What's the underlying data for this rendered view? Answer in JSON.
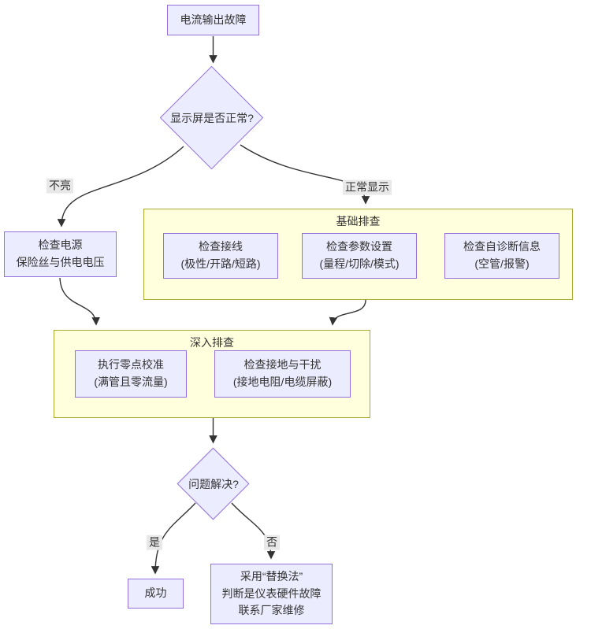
{
  "nodes": {
    "start": {
      "label": "电流输出故障"
    },
    "display_check": {
      "label": "显示屏是否正常?"
    },
    "power": {
      "lines": [
        "检查电源",
        "保险丝与供电电压"
      ]
    },
    "wiring": {
      "lines": [
        "检查接线",
        "(极性/开路/短路)"
      ]
    },
    "params": {
      "lines": [
        "检查参数设置",
        "(量程/切除/模式)"
      ]
    },
    "diagnostics": {
      "lines": [
        "检查自诊断信息",
        "(空管/报警)"
      ]
    },
    "zero_cal": {
      "lines": [
        "执行零点校准",
        "(满管且零流量)"
      ]
    },
    "grounding": {
      "lines": [
        "检查接地与干扰",
        "(接地电阻/电缆屏蔽)"
      ]
    },
    "solved_check": {
      "label": "问题解决?"
    },
    "success": {
      "label": "成功"
    },
    "replacement": {
      "lines": [
        "采用“替换法”",
        "判断是仪表硬件故障",
        "联系厂家维修"
      ]
    }
  },
  "subgraphs": {
    "basic": {
      "title": "基础排查"
    },
    "deep": {
      "title": "深入排查"
    }
  },
  "edge_labels": {
    "not_lit": "不亮",
    "normal_display": "正常显示",
    "yes": "是",
    "no": "否"
  },
  "colors": {
    "node_fill": "#ECECFF",
    "node_border": "#9370DB",
    "subgraph_fill": "#FFFFDE",
    "subgraph_border": "#AAAA33",
    "edge_line": "#333333",
    "edge_label_bg": "#E8E8E8",
    "text": "#333333",
    "background": "#FFFFFF"
  }
}
